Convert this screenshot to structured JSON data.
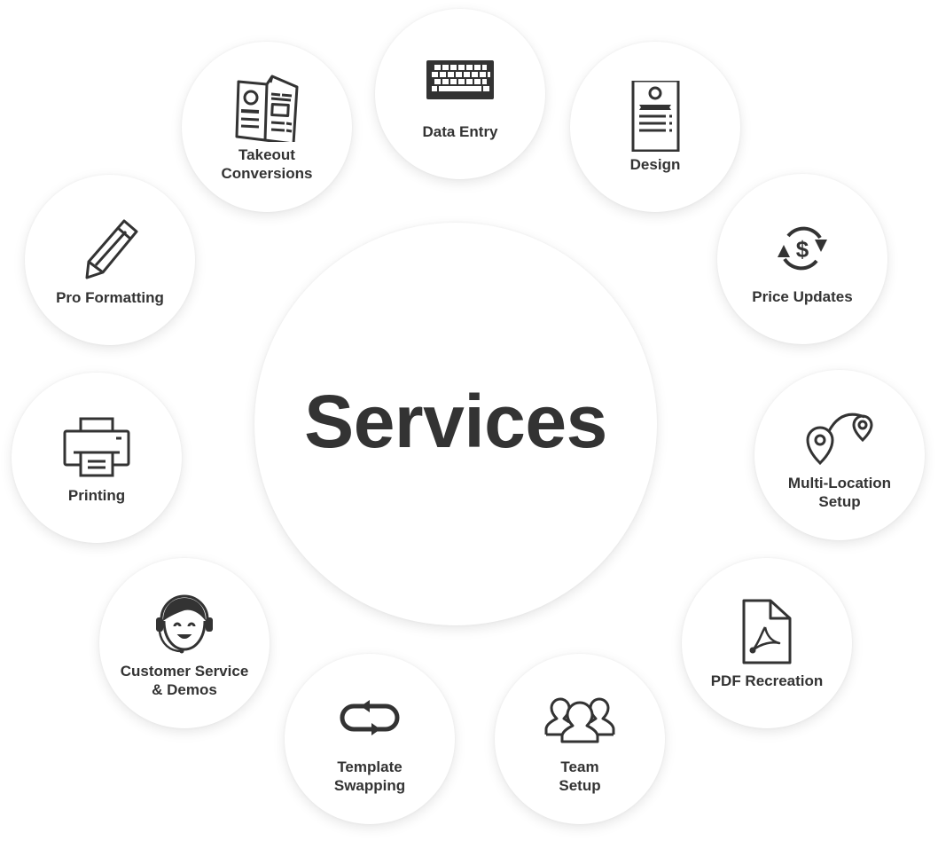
{
  "center": {
    "title": "Services"
  },
  "services": [
    {
      "id": "data-entry",
      "label": "Data Entry",
      "icon": "keyboard-icon"
    },
    {
      "id": "takeout-conversions",
      "label": "Takeout\nConversions",
      "icon": "menu-brochure-icon"
    },
    {
      "id": "design",
      "label": "Design",
      "icon": "menu-document-icon"
    },
    {
      "id": "pro-formatting",
      "label": "Pro Formatting",
      "icon": "pencil-icon"
    },
    {
      "id": "price-updates",
      "label": "Price Updates",
      "icon": "dollar-refresh-icon"
    },
    {
      "id": "printing",
      "label": "Printing",
      "icon": "printer-icon"
    },
    {
      "id": "multi-location-setup",
      "label": "Multi-Location\nSetup",
      "icon": "location-pins-icon"
    },
    {
      "id": "customer-service-demos",
      "label": "Customer Service\n& Demos",
      "icon": "headset-agent-icon"
    },
    {
      "id": "pdf-recreation",
      "label": "PDF Recreation",
      "icon": "pdf-file-icon"
    },
    {
      "id": "template-swapping",
      "label": "Template\nSwapping",
      "icon": "swap-arrows-icon"
    },
    {
      "id": "team-setup",
      "label": "Team\nSetup",
      "icon": "team-users-icon"
    }
  ],
  "colors": {
    "text": "#333333",
    "icon": "#333333",
    "background": "#ffffff",
    "circle": "#ffffff"
  }
}
